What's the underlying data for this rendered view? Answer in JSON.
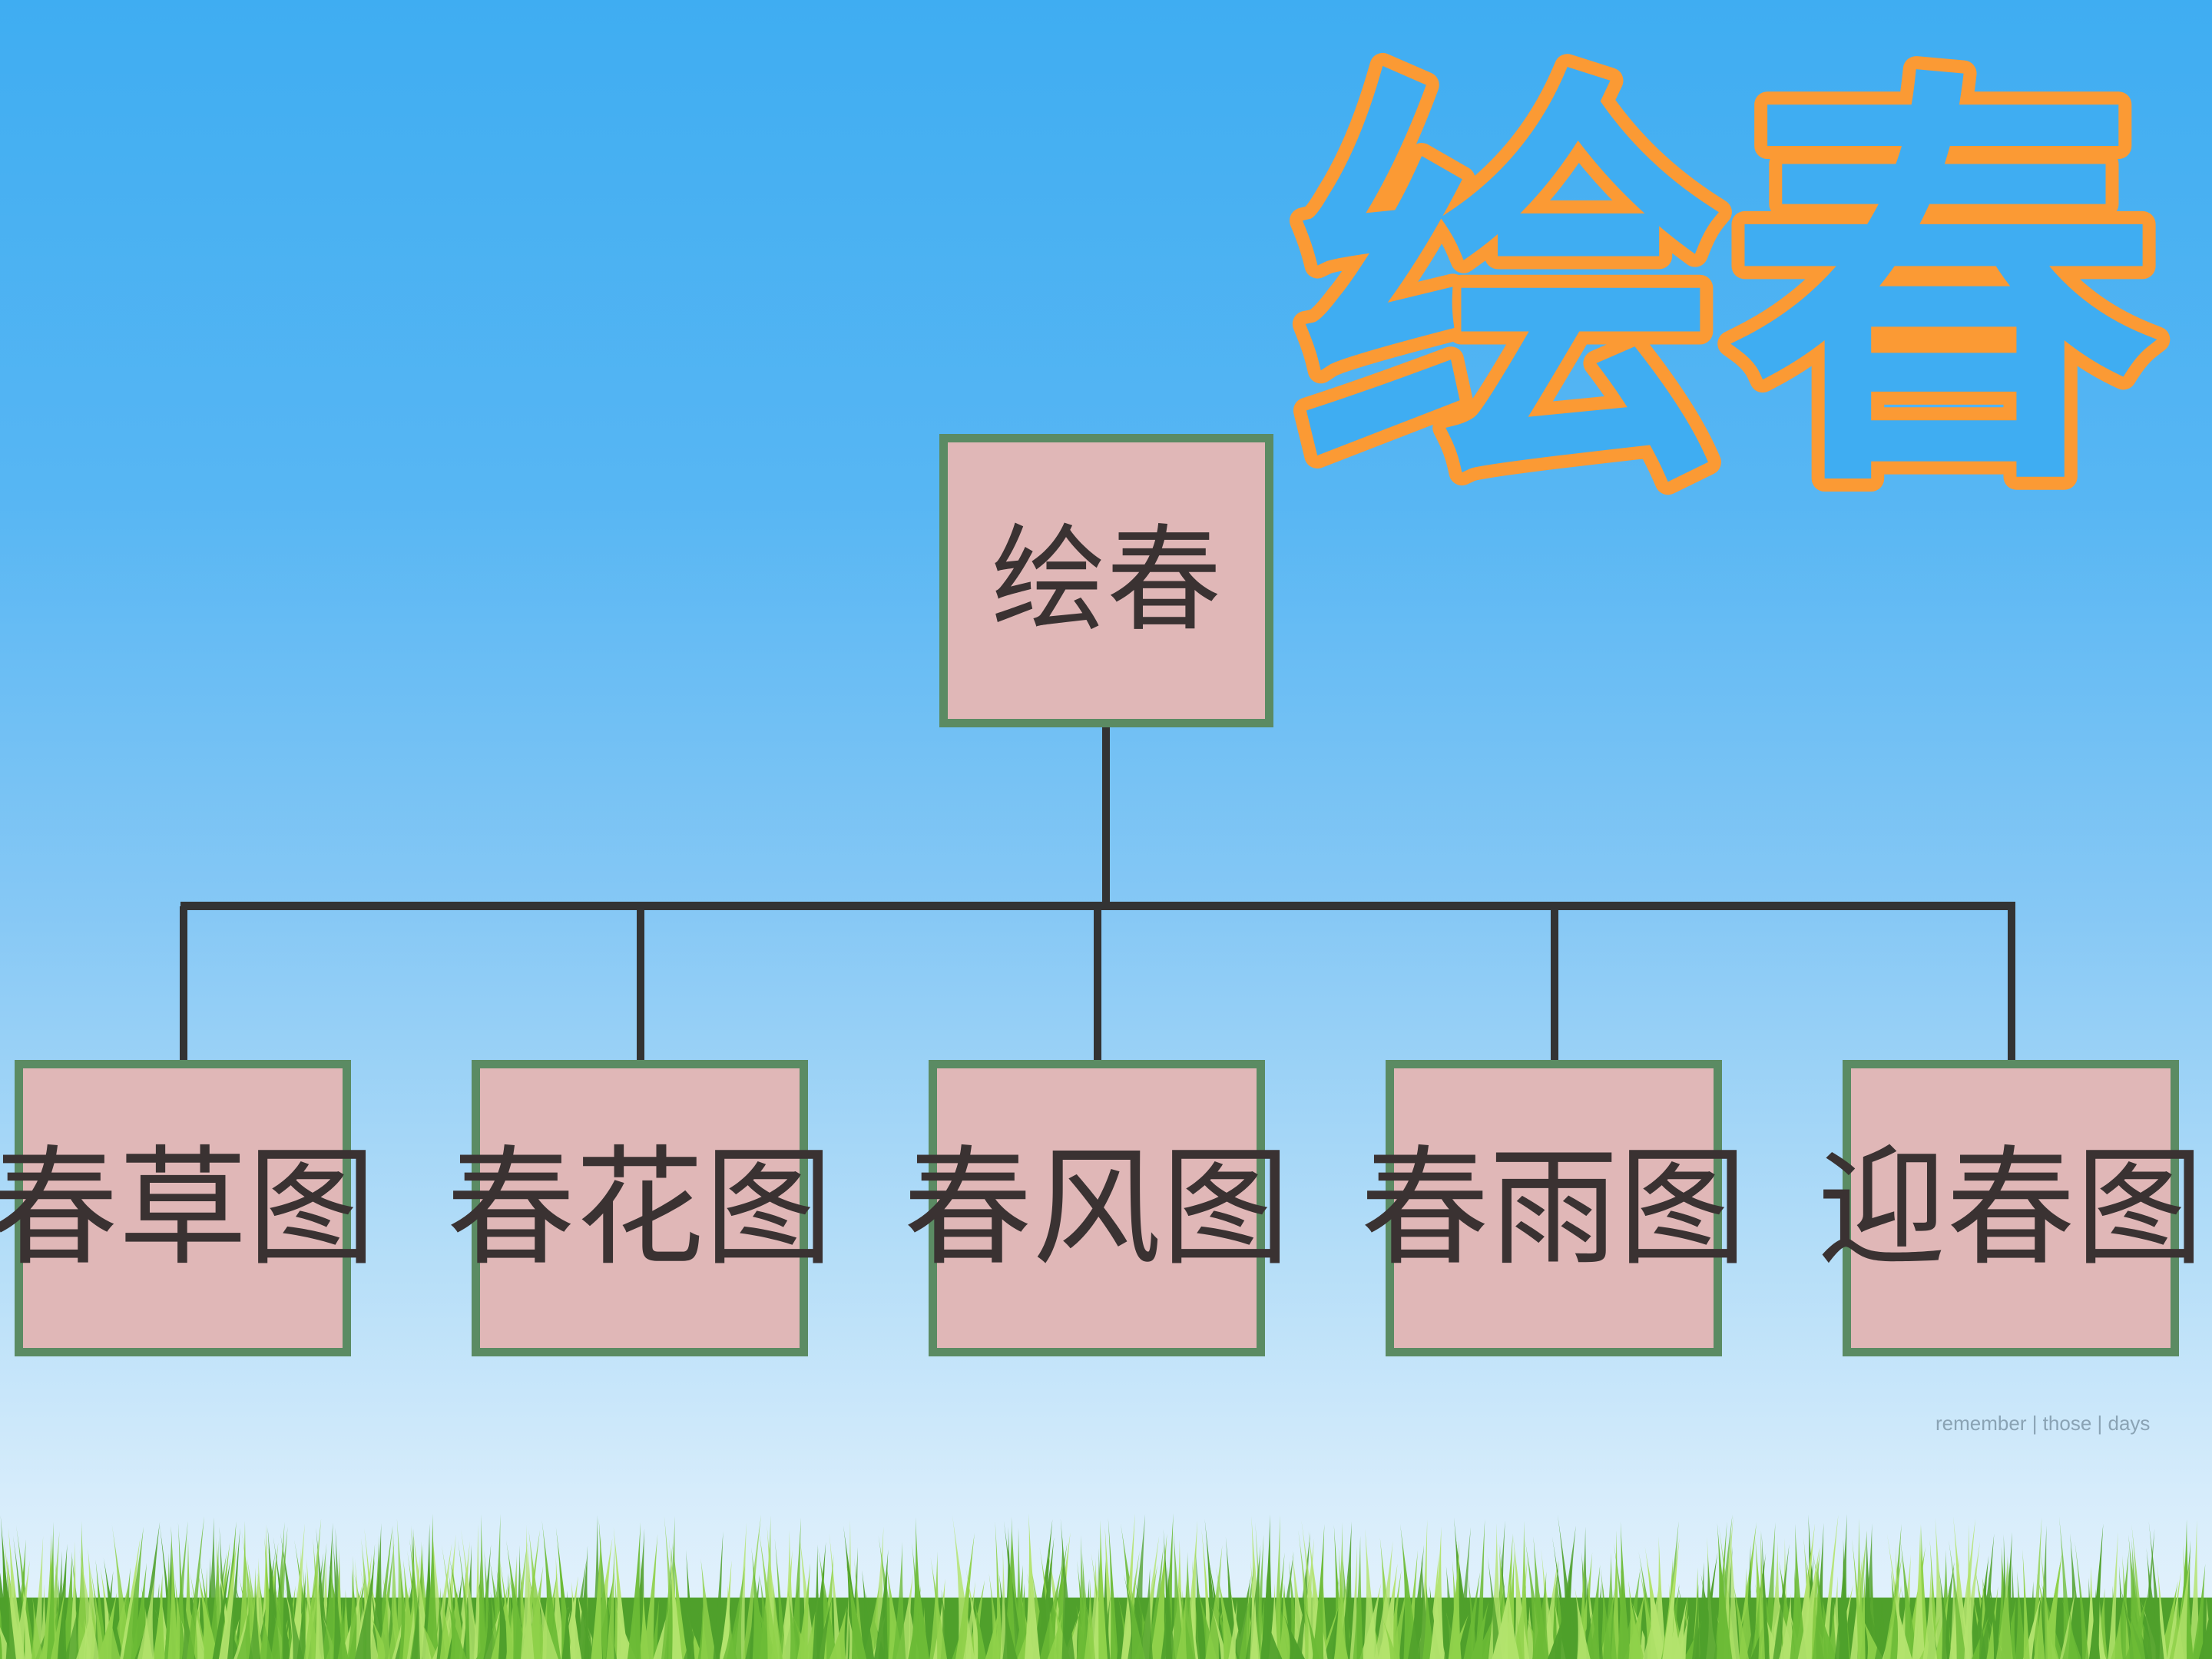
{
  "title": {
    "text": "绘春",
    "fill_color": "#3fadf2",
    "outline_color": "#fb9a34"
  },
  "diagram": {
    "root": {
      "label": "绘春"
    },
    "children": [
      {
        "label": "春草图"
      },
      {
        "label": "春花图"
      },
      {
        "label": "春风图"
      },
      {
        "label": "春雨图"
      },
      {
        "label": "迎春图"
      }
    ],
    "node_fill": "#e0b7b7",
    "node_border": "#5b8b63",
    "line_color": "#333333"
  },
  "footer_note": "remember | those | days",
  "decorations": {
    "grass_colors": [
      "#4fa02b",
      "#6cbb36",
      "#8fd14a",
      "#b3e36d"
    ]
  }
}
